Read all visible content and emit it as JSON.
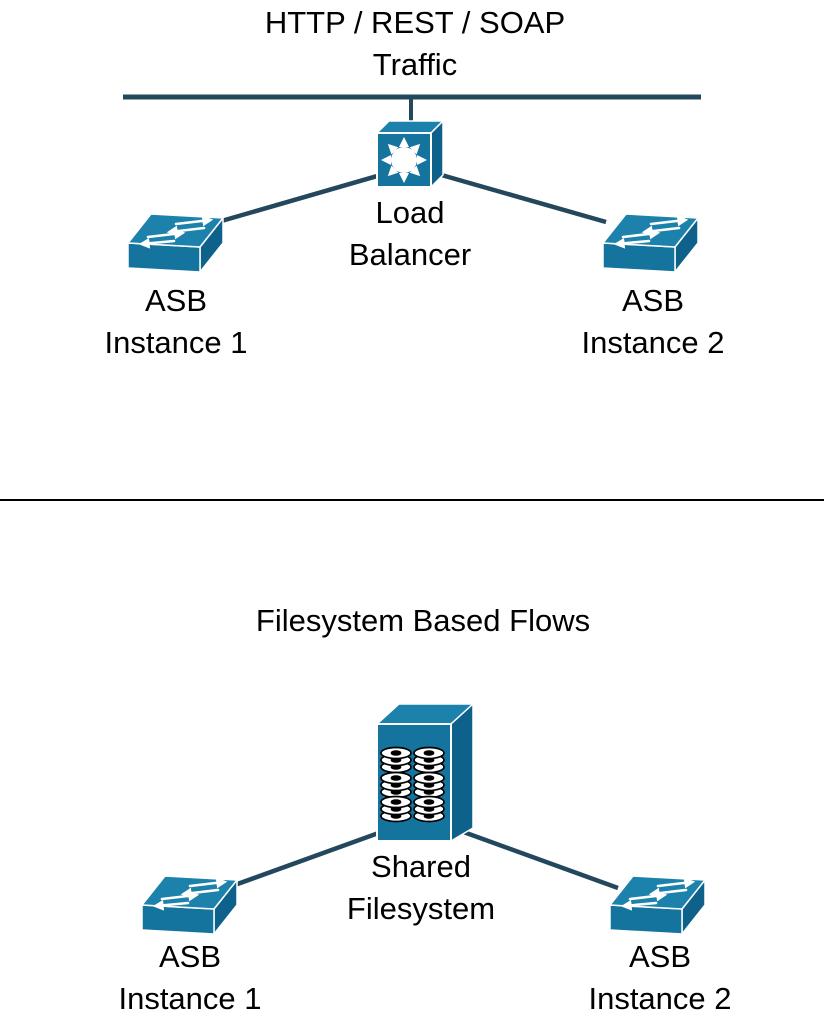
{
  "diagram": {
    "top_section": {
      "title": {
        "line1": "HTTP / REST / SOAP",
        "line2": "Traffic"
      },
      "nodes": {
        "load_balancer": {
          "icon": "load-balancer-icon",
          "label_line1": "Load",
          "label_line2": "Balancer"
        },
        "instance1": {
          "icon": "network-switch-icon",
          "label_line1": "ASB",
          "label_line2": "Instance 1"
        },
        "instance2": {
          "icon": "network-switch-icon",
          "label_line1": "ASB",
          "label_line2": "Instance 2"
        }
      },
      "connections": [
        "traffic-bus to load-balancer",
        "load-balancer to asb-instance-1",
        "load-balancer to asb-instance-2"
      ]
    },
    "bottom_section": {
      "title": "Filesystem Based Flows",
      "nodes": {
        "shared_filesystem": {
          "icon": "storage-icon",
          "label_line1": "Shared",
          "label_line2": "Filesystem"
        },
        "instance1": {
          "icon": "network-switch-icon",
          "label_line1": "ASB",
          "label_line2": "Instance 1"
        },
        "instance2": {
          "icon": "network-switch-icon",
          "label_line1": "ASB",
          "label_line2": "Instance 2"
        }
      },
      "connections": [
        "shared-filesystem to asb-instance-1",
        "shared-filesystem to asb-instance-2"
      ]
    },
    "colors": {
      "icon_front": "#15749E",
      "icon_top": "#1C82AC",
      "icon_side": "#0E618A",
      "connector": "#23485E",
      "divider": "#000000",
      "text": "#000000",
      "background": "#FFFFFF"
    }
  }
}
